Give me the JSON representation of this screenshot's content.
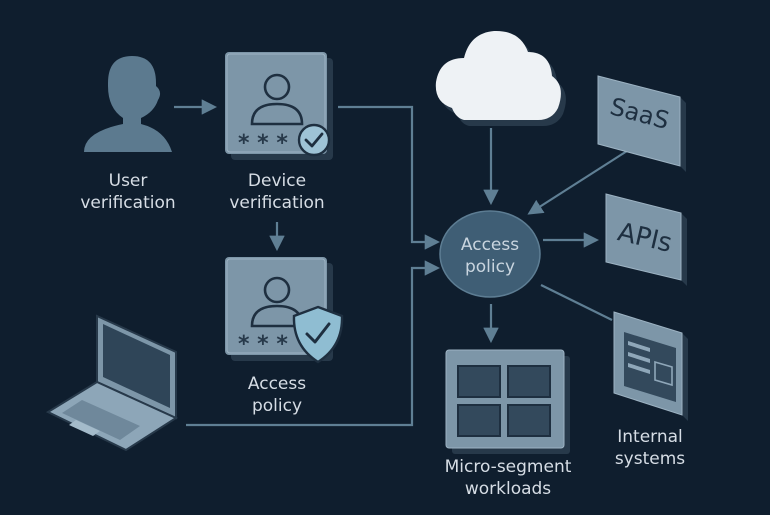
{
  "nodes": {
    "user": {
      "line1": "User",
      "line2": "verification"
    },
    "device": {
      "line1": "Device",
      "line2": "verification",
      "mask": "* * *"
    },
    "access_card": {
      "line1": "Access",
      "line2": "policy",
      "mask": "* * *"
    },
    "policy_hub": {
      "line1": "Access",
      "line2": "policy"
    },
    "saas": {
      "label": "SaaS"
    },
    "apis": {
      "label": "APIs"
    },
    "internal": {
      "line1": "Internal",
      "line2": "systems"
    },
    "workloads": {
      "line1": "Micro-segment",
      "line2": "workloads"
    }
  },
  "colors": {
    "background": "#0f1e2e",
    "arrow": "#5f7f94",
    "card": "#7d96a8",
    "card_dark": "#33495c",
    "hub": "#3f5e75",
    "cloud": "#eef2f5",
    "text": "#d6dde5"
  }
}
